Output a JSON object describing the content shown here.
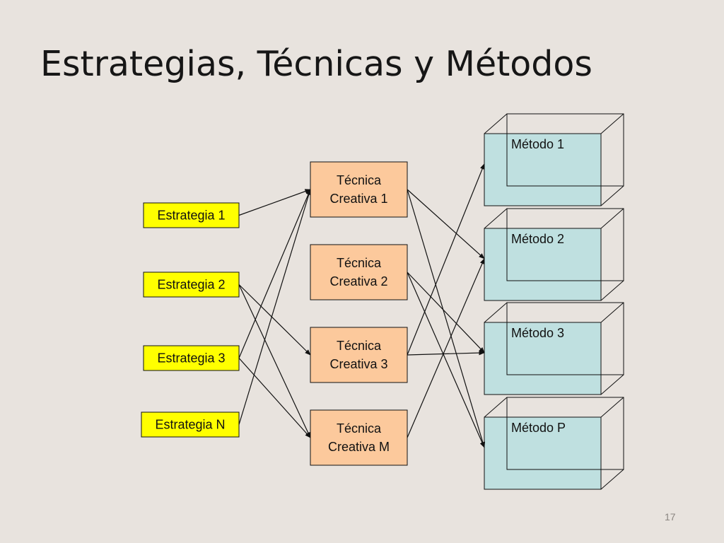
{
  "slide": {
    "title": "Estrategias, Técnicas y Métodos",
    "page_number": "17"
  },
  "colors": {
    "background": "#e8e3de",
    "strategy_fill": "#ffff00",
    "technique_fill": "#fcc99c",
    "method_fill": "#bfe0e0",
    "stroke": "#111111"
  },
  "strategies": [
    {
      "id": "e1",
      "label": "Estrategia 1"
    },
    {
      "id": "e2",
      "label": "Estrategia 2"
    },
    {
      "id": "e3",
      "label": "Estrategia 3"
    },
    {
      "id": "eN",
      "label": "Estrategia N"
    }
  ],
  "techniques": [
    {
      "id": "t1",
      "lines": [
        "Técnica",
        "Creativa 1"
      ]
    },
    {
      "id": "t2",
      "lines": [
        "Técnica",
        "Creativa 2"
      ]
    },
    {
      "id": "t3",
      "lines": [
        "Técnica",
        "Creativa 3"
      ]
    },
    {
      "id": "tM",
      "lines": [
        "Técnica",
        "Creativa M"
      ]
    }
  ],
  "methods": [
    {
      "id": "m1",
      "label": "Método 1"
    },
    {
      "id": "m2",
      "label": "Método 2"
    },
    {
      "id": "m3",
      "label": "Método 3"
    },
    {
      "id": "mP",
      "label": "Método P"
    }
  ],
  "links": [
    {
      "from": "e1",
      "to": "t1"
    },
    {
      "from": "e2",
      "to": "t3"
    },
    {
      "from": "e2",
      "to": "tM"
    },
    {
      "from": "e3",
      "to": "t1"
    },
    {
      "from": "e3",
      "to": "tM"
    },
    {
      "from": "eN",
      "to": "t1"
    },
    {
      "from": "t1",
      "to": "m2"
    },
    {
      "from": "t1",
      "to": "mP"
    },
    {
      "from": "t2",
      "to": "m3"
    },
    {
      "from": "t2",
      "to": "mP"
    },
    {
      "from": "t3",
      "to": "m1"
    },
    {
      "from": "t3",
      "to": "m3"
    },
    {
      "from": "tM",
      "to": "m2"
    }
  ]
}
